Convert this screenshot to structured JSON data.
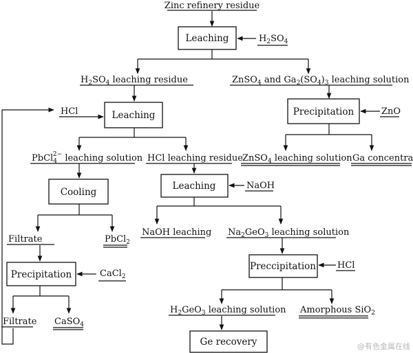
{
  "nodes": {
    "zinc_residue": "Zinc refinery residue",
    "leaching_1": "Leaching",
    "h2so4": "H2SO4",
    "h2so4_residue": "H2SO4 leaching residue",
    "znso4_solution": "ZnSO4 and Ga2(SO4)3 leaching solution",
    "hcl_1": "HCl",
    "leaching_2": "Leaching",
    "precipitation_zn": "Precipitation",
    "zno": "ZnO",
    "znso4_out": "ZnSO4 leaching solution",
    "ga_concentrate": "Ga concentrate",
    "pbcl4_solution": "PbCl42− leaching solution",
    "hcl_residue": "HCl leaching residue",
    "cooling": "Cooling",
    "leaching_3": "Leaching",
    "naoh": "NaOH",
    "filtrate_1": "Filtrate",
    "pbcl2": "PbCl2",
    "naoh_leaching": "NaOH leaching",
    "na2geo3_solution": "Na2GeO3 leaching solution",
    "precipitation_ca": "Precipitation",
    "cacl2": "CaCl2",
    "precipitation_ge": "Preccipitation",
    "hcl_2": "HCl",
    "filtrate_2": "Filtrate",
    "caso4": "CaSO4",
    "h2geo3_solution": "H2GeO3 leaching solution",
    "amorphous_sio2": "Amorphous SiO2",
    "ge_recovery": "Ge recovery"
  },
  "watermark": "@有色金属在线"
}
